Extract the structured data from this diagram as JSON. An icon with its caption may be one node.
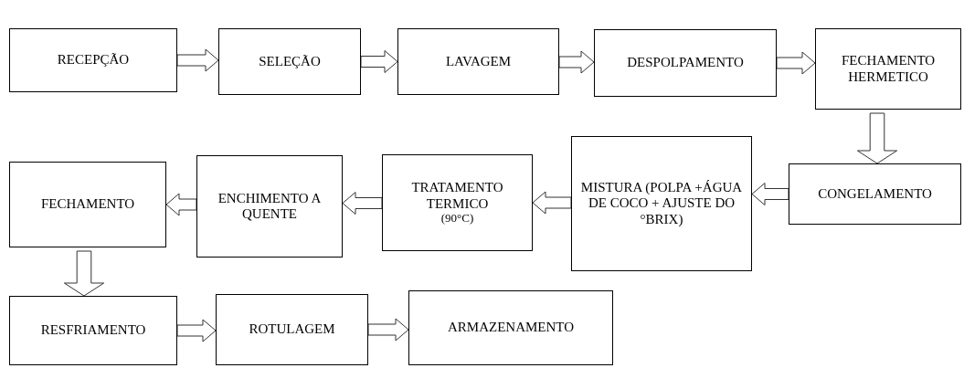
{
  "diagram": {
    "nodes": [
      {
        "text": [
          "RECEPÇÃO"
        ]
      },
      {
        "text": [
          "SELEÇÃO"
        ]
      },
      {
        "text": [
          "LAVAGEM"
        ]
      },
      {
        "text": [
          "DESPOLPAMENTO"
        ]
      },
      {
        "text": [
          "FECHAMENTO HERMETICO"
        ]
      },
      {
        "text": [
          "CONGELAMENTO"
        ]
      },
      {
        "text": [
          "MISTURA (POLPA +ÁGUA DE COCO + AJUSTE DO °BRIX)"
        ]
      },
      {
        "text": [
          "TRATAMENTO TERMICO",
          "(90°C)"
        ]
      },
      {
        "text": [
          "ENCHIMENTO A QUENTE"
        ]
      },
      {
        "text": [
          "FECHAMENTO"
        ]
      },
      {
        "text": [
          "RESFRIAMENTO"
        ]
      },
      {
        "text": [
          "ROTULAGEM"
        ]
      },
      {
        "text": [
          "ARMAZENAMENTO"
        ]
      }
    ],
    "edges": [
      {
        "from": 0,
        "to": 1,
        "arrow": "to"
      },
      {
        "from": 1,
        "to": 2,
        "arrow": "to"
      },
      {
        "from": 2,
        "to": 3,
        "arrow": "to"
      },
      {
        "from": 3,
        "to": 4,
        "arrow": "to"
      },
      {
        "from": 4,
        "to": 5,
        "arrow": "to"
      },
      {
        "from": 5,
        "to": 6,
        "arrow": "to"
      },
      {
        "from": 6,
        "to": 7,
        "arrow": "to"
      },
      {
        "from": 7,
        "to": 8,
        "arrow": "to"
      },
      {
        "from": 8,
        "to": 9,
        "arrow": "to"
      },
      {
        "from": 9,
        "to": 10,
        "arrow": "to"
      },
      {
        "from": 10,
        "to": 11,
        "arrow": "to"
      },
      {
        "from": 11,
        "to": 12,
        "arrow": "to"
      }
    ]
  }
}
